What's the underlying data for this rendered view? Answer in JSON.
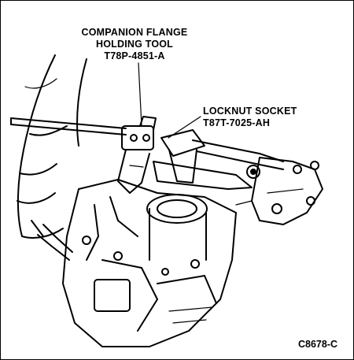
{
  "callouts": {
    "flange_tool": {
      "line1": "COMPANION FLANGE",
      "line2": "HOLDING TOOL",
      "line3": "T78P-4851-A"
    },
    "locknut_socket": {
      "line1": "LOCKNUT SOCKET",
      "line2": "T87T-7025-AH"
    }
  },
  "figure_id": "C8678-C",
  "colors": {
    "ink": "#000000",
    "paper": "#ffffff"
  }
}
